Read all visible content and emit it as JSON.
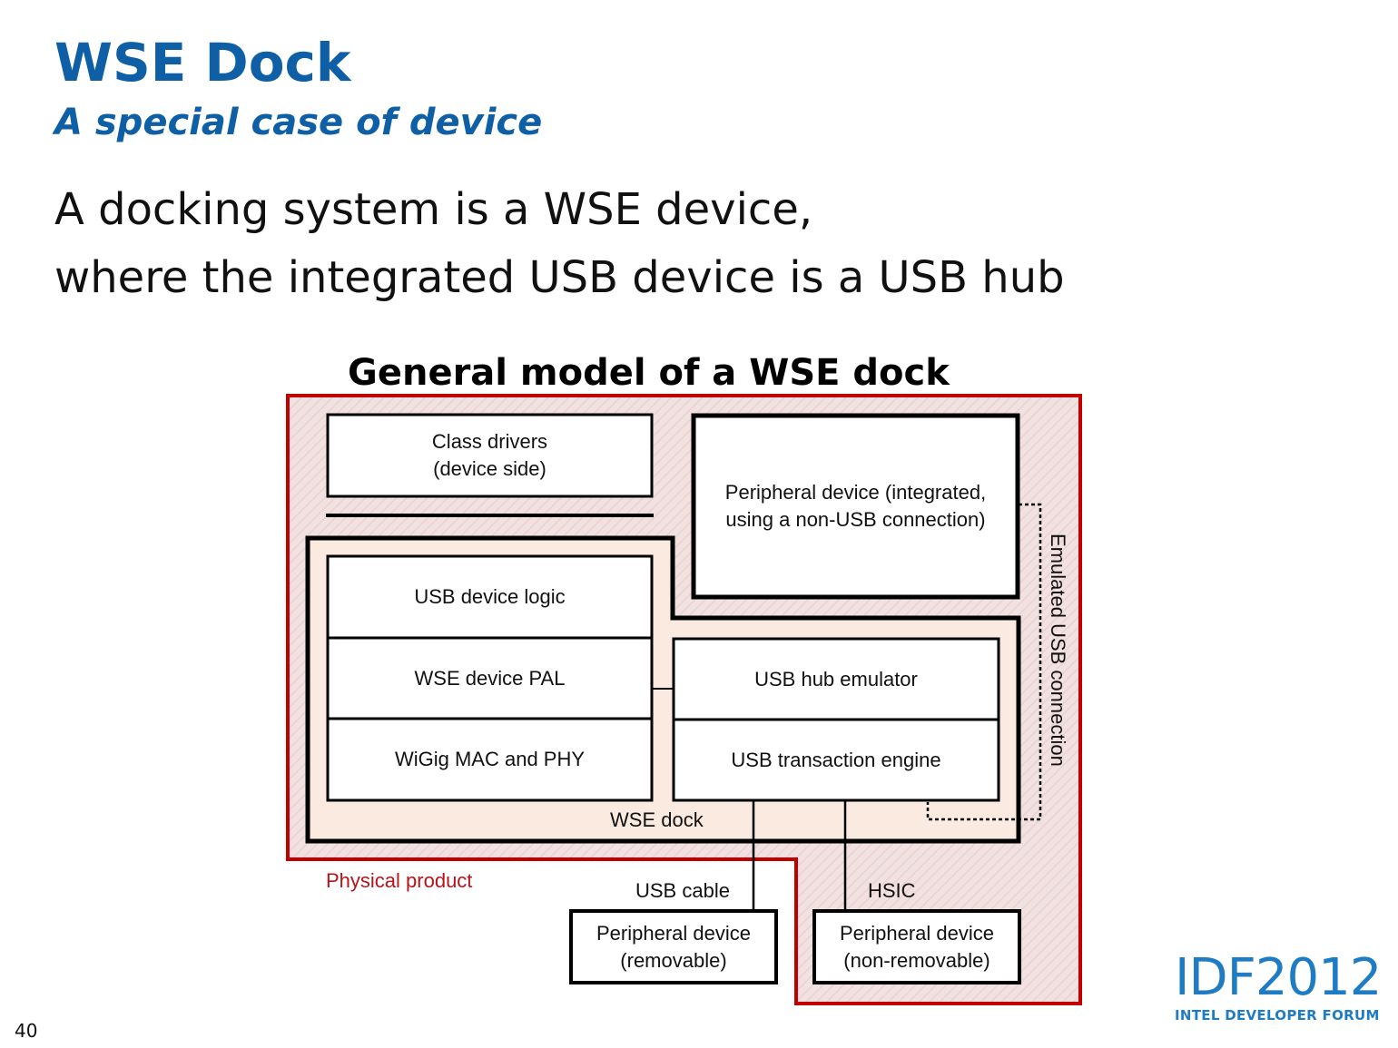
{
  "slide": {
    "title": "WSE Dock",
    "subtitle": "A special case of device",
    "body_lines": [
      "A docking system is a WSE device,",
      "where the integrated USB device is a USB hub"
    ],
    "slide_number": "40"
  },
  "diagram": {
    "title": "General model of a WSE dock",
    "colors": {
      "physical_product_border": "#c00000",
      "physical_product_fill": "#f2e0e0",
      "wse_dock_fill": "#fbeae0",
      "box_border": "#000000",
      "box_fill": "#ffffff",
      "accent_title": "#0e5fa6"
    },
    "boxes": {
      "class_drivers": "Class drivers\n(device side)",
      "peripheral_integrated": "Peripheral device (integrated,\nusing a non-USB connection)",
      "usb_device_logic": "USB device logic",
      "wse_device_pal": "WSE device PAL",
      "wigig_mac_phy": "WiGig MAC and PHY",
      "usb_hub_emulator": "USB hub emulator",
      "usb_transaction_engine": "USB transaction engine",
      "peripheral_removable": "Peripheral device\n(removable)",
      "peripheral_non_removable": "Peripheral device\n(non-removable)"
    },
    "labels": {
      "wse_dock": "WSE dock",
      "physical_product": "Physical product",
      "usb_cable": "USB cable",
      "hsic": "HSIC",
      "emulated_usb_connection": "Emulated USB connection"
    }
  },
  "logo": {
    "main": "IDF2012",
    "sub": "INTEL DEVELOPER FORUM"
  }
}
